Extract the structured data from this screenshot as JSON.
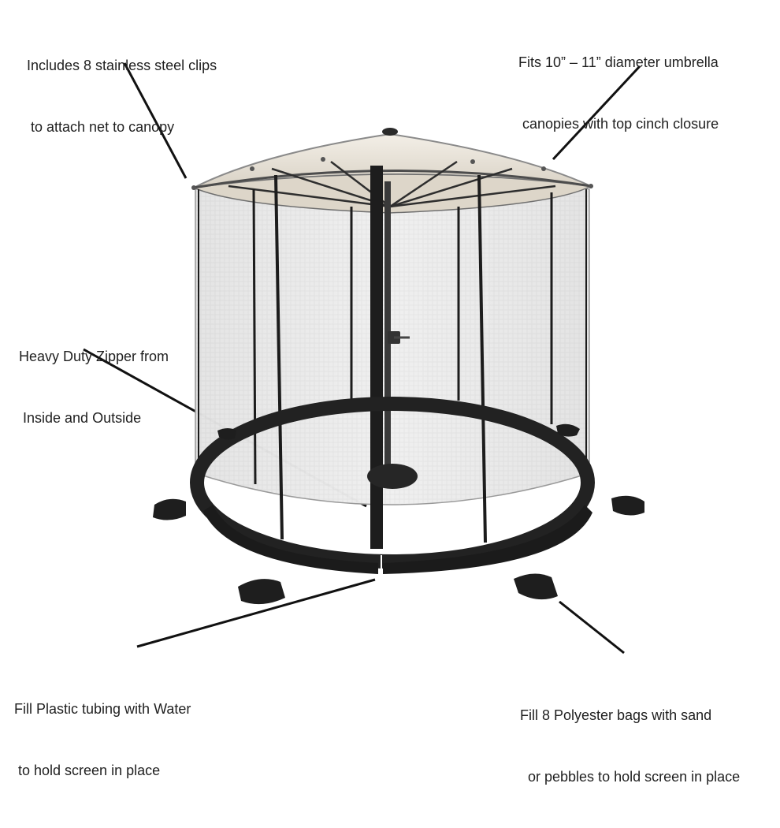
{
  "callouts": {
    "clips": {
      "line1": "Includes 8 stainless steel clips",
      "line2": " to attach net to canopy"
    },
    "fits": {
      "line1": "Fits 10” – 11” diameter umbrella",
      "line2": " canopies with top cinch closure"
    },
    "zipper": {
      "line1": "Heavy Duty Zipper from",
      "line2": " Inside and Outside"
    },
    "water": {
      "line1": "Fill Plastic tubing with Water",
      "line2": " to hold screen in place"
    },
    "bags": {
      "line1": "Fill 8 Polyester bags with sand",
      "line2": "  or pebbles to hold screen in place"
    }
  },
  "colors": {
    "canopy": "#e9e3d8",
    "net": "#ececec",
    "frame": "#1c1c1c",
    "tube": "#222222"
  }
}
